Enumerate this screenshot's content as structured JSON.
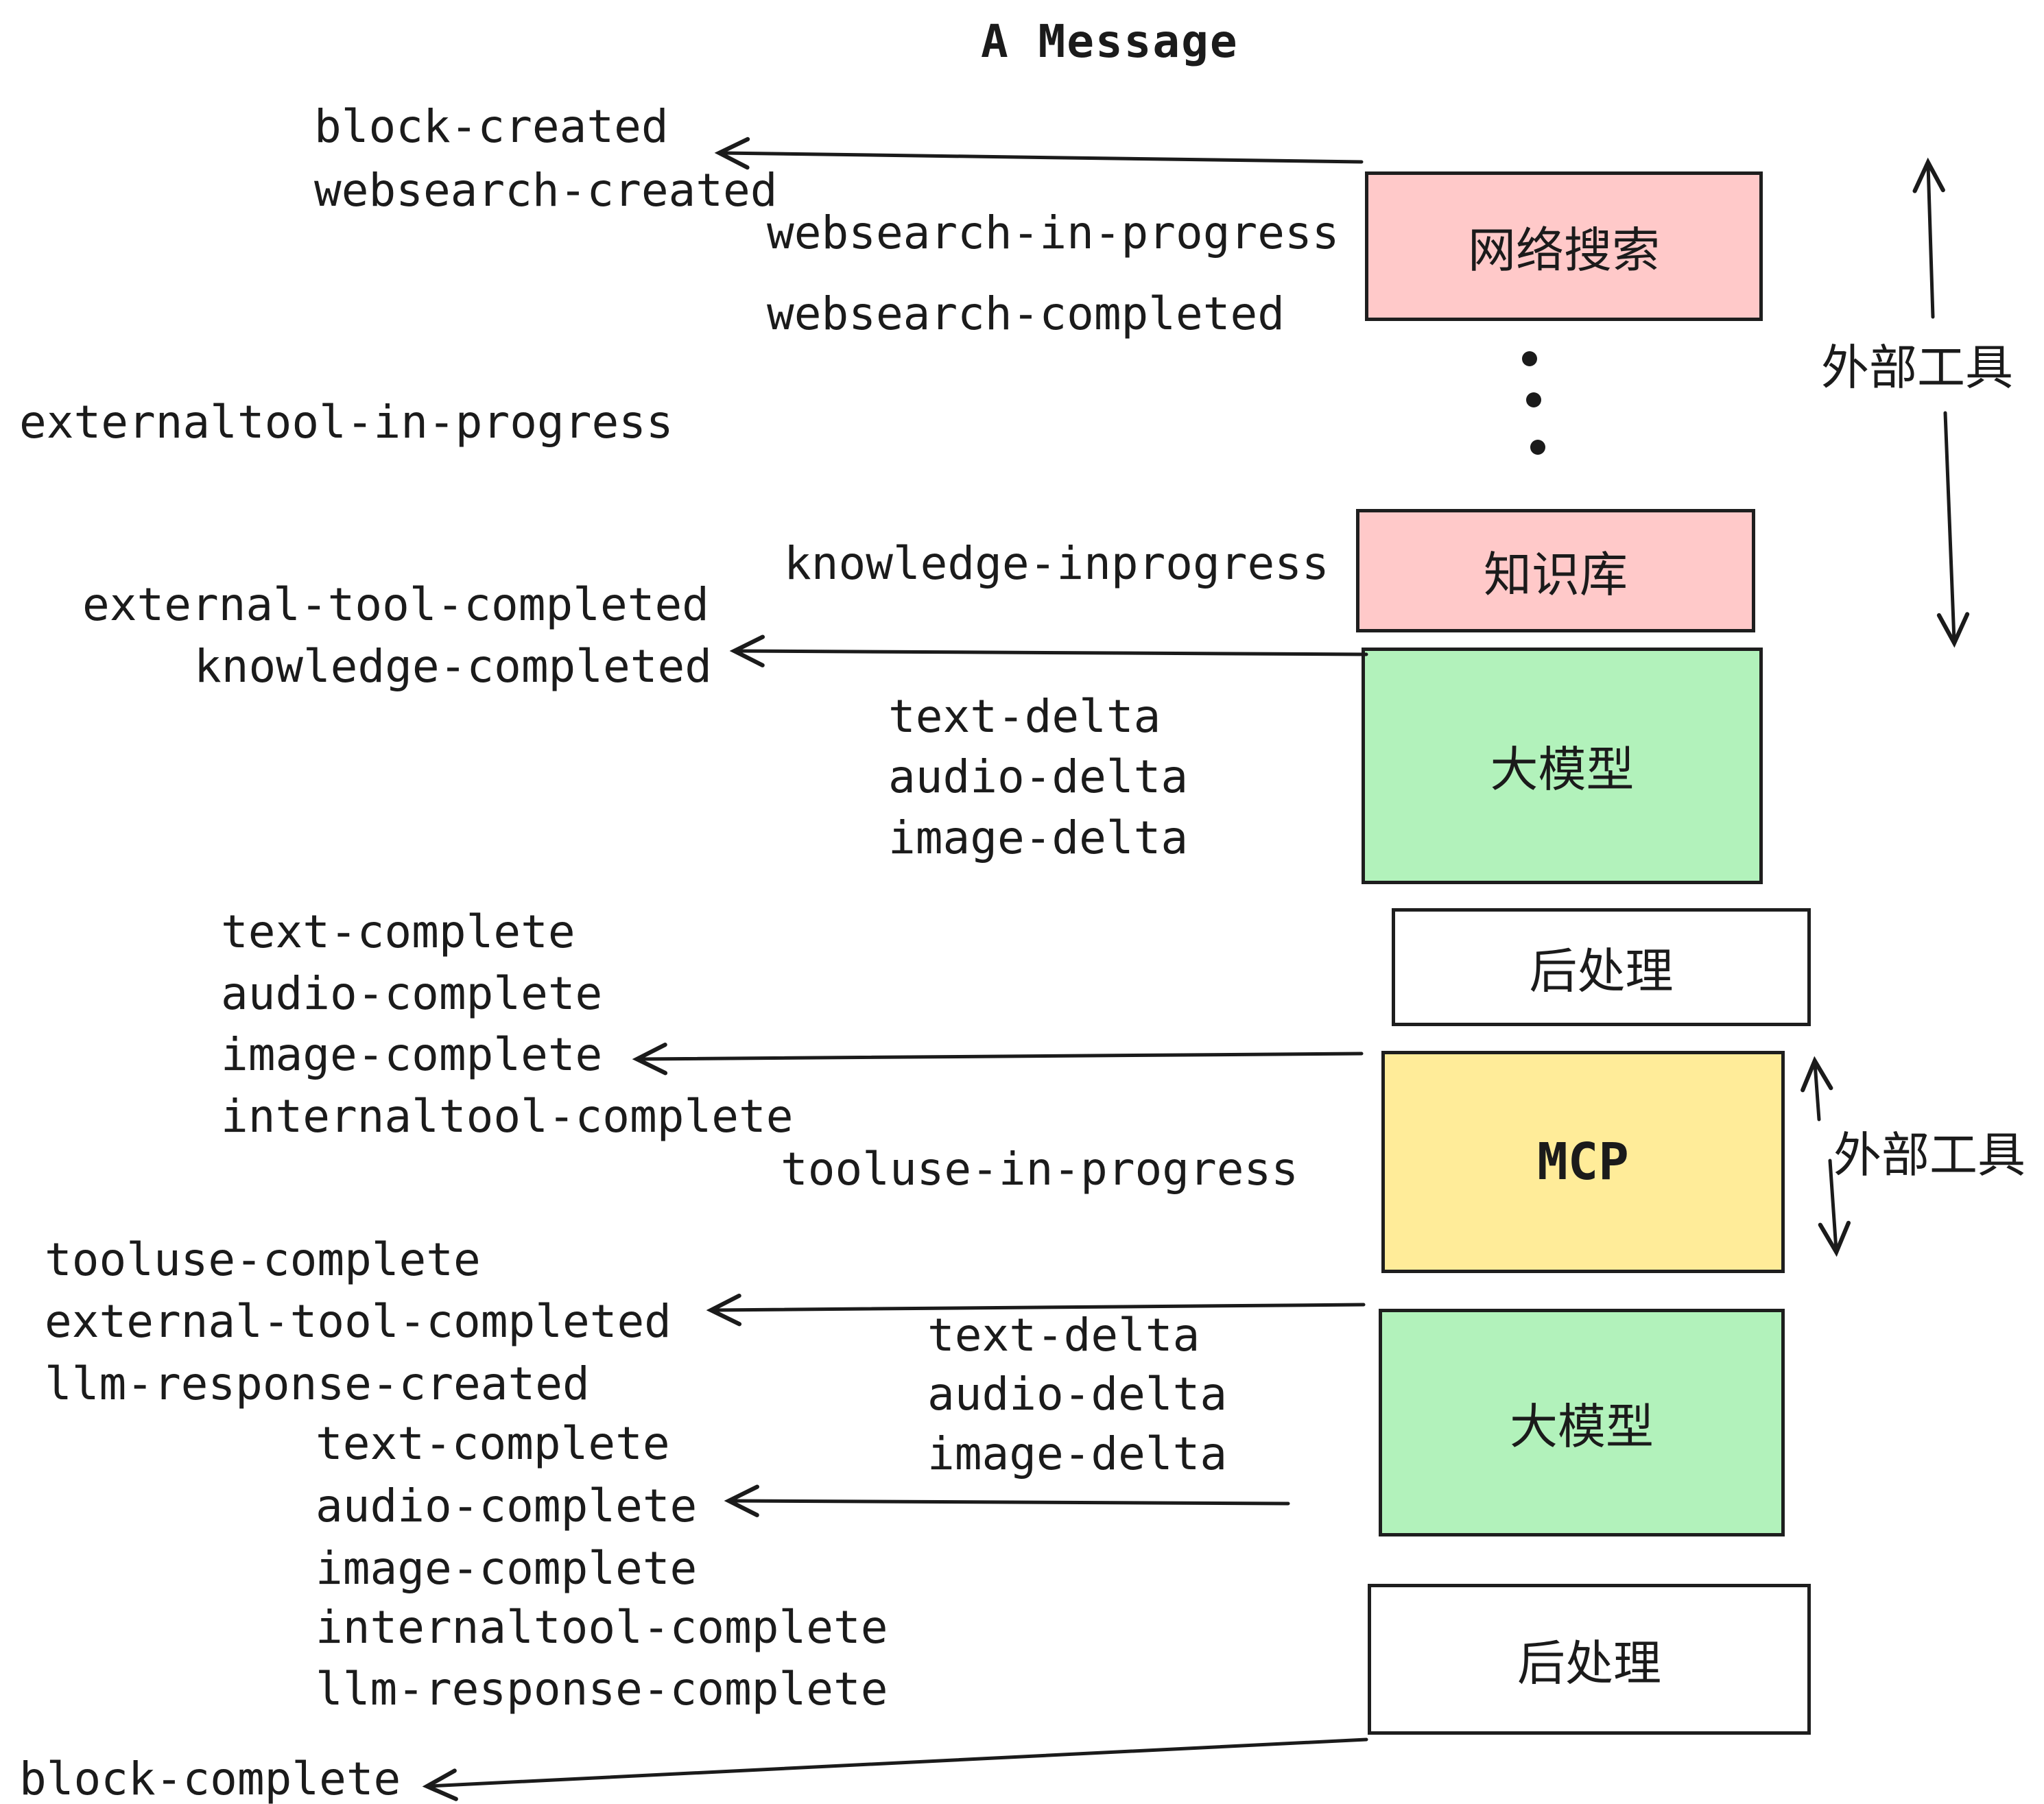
{
  "title": "A Message",
  "events": {
    "block_created": "block-created",
    "websearch_created": "websearch-created",
    "websearch_in_progress": "websearch-in-progress",
    "websearch_completed": "websearch-completed",
    "externaltool_in_progress": "externaltool-in-progress",
    "knowledge_inprogress": "knowledge-inprogress",
    "external_tool_completed": "external-tool-completed",
    "knowledge_completed": "knowledge-completed",
    "text_delta": "text-delta",
    "audio_delta": "audio-delta",
    "image_delta": "image-delta",
    "text_complete": "text-complete",
    "audio_complete": "audio-complete",
    "image_complete": "image-complete",
    "internaltool_complete": "internaltool-complete",
    "tooluse_in_progress": "tooluse-in-progress",
    "tooluse_complete": "tooluse-complete",
    "llm_response_created": "llm-response-created",
    "llm_response_complete": "llm-response-complete",
    "block_complete": "block-complete"
  },
  "boxes": {
    "websearch": {
      "label": "网络搜索",
      "fill": "#ffc9c9"
    },
    "knowledge": {
      "label": "知识库",
      "fill": "#ffc9c9"
    },
    "llm1": {
      "label": "大模型",
      "fill": "#b2f2bb"
    },
    "post1": {
      "label": "后处理",
      "fill": "#ffffff"
    },
    "mcp": {
      "label": "MCP",
      "fill": "#ffec99"
    },
    "llm2": {
      "label": "大模型",
      "fill": "#b2f2bb"
    },
    "post2": {
      "label": "后处理",
      "fill": "#ffffff"
    }
  },
  "side_labels": {
    "external_tools_top": "外部工具",
    "external_tools_mid": "外部工具"
  },
  "colors": {
    "stroke": "#1e1e1e",
    "pink": "#ffc9c9",
    "green": "#b2f2bb",
    "yellow": "#ffec99"
  }
}
